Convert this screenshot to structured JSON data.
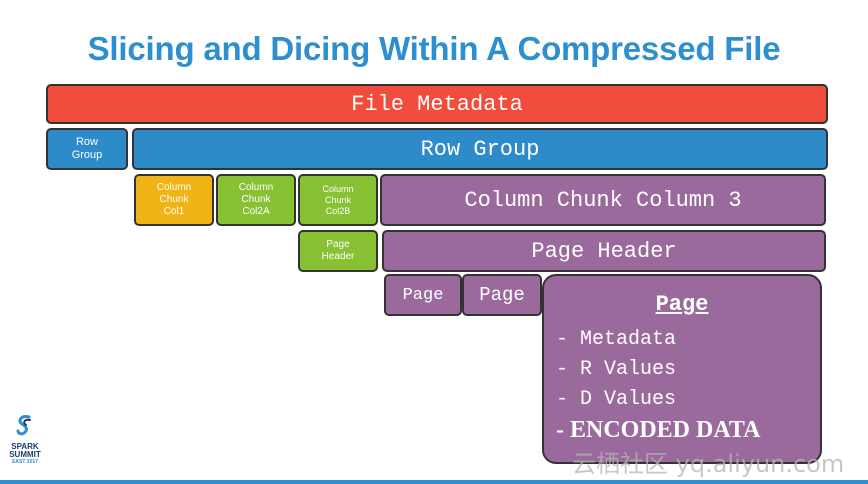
{
  "title": "Slicing and Dicing Within A Compressed File",
  "file_metadata": "File Metadata",
  "row_small": [
    "Row",
    "Group"
  ],
  "row_group": "Row Group",
  "col1": [
    "Column",
    "Chunk",
    "Col1"
  ],
  "col2a": [
    "Column",
    "Chunk",
    "Col2A"
  ],
  "col2b": [
    "Column",
    "Chunk",
    "Col2B"
  ],
  "col3": "Column Chunk Column 3",
  "page_header_small": [
    "Page",
    "Header"
  ],
  "page_header": "Page Header",
  "page1": "Page",
  "page2": "Page",
  "page_detail": {
    "title": "Page",
    "items": [
      "- Metadata",
      "- R Values",
      "- D Values"
    ],
    "strong_item": "- ENCODED DATA"
  },
  "logo": {
    "line1": "SPARK",
    "line2": "SUMMIT",
    "line3": "EAST 2017"
  },
  "watermark": "云栖社区 yq.aliyun.com",
  "colors": {
    "title": "#2e8fd0",
    "file_metadata": "#f24c3c",
    "row_group": "#2d8bc9",
    "col1": "#f0b416",
    "col2": "#88c133",
    "col3": "#9b6a9c"
  }
}
